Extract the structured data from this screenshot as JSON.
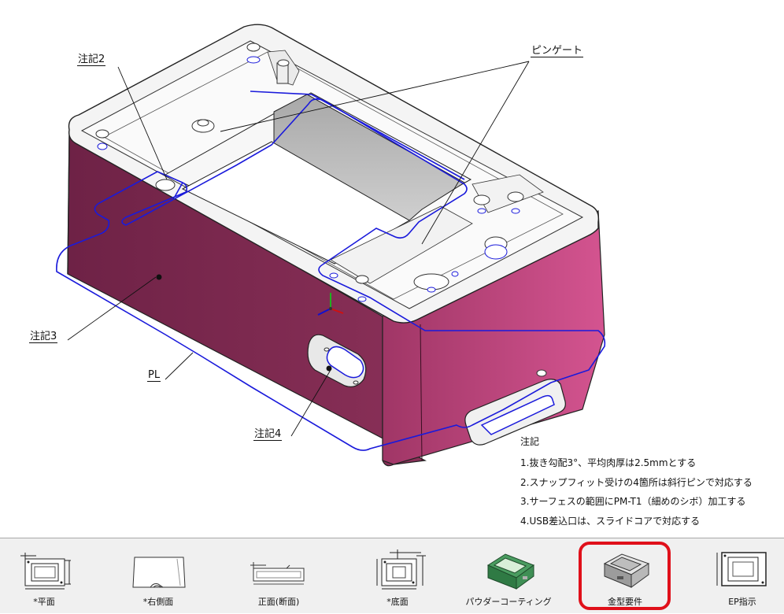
{
  "callouts": {
    "note2": "注記2",
    "pin_gate": "ピンゲート",
    "note3": "注記3",
    "pl": "PL",
    "note4": "注記4"
  },
  "notes": {
    "title": "注記",
    "lines": [
      "1.抜き勾配3°、平均肉厚は2.5mmとする",
      "2.スナップフィット受けの4箇所は斜行ピンで対応する",
      "3.サーフェスの範囲にPM-T1（細めのシボ）加工する",
      "4.USB差込口は、スライドコアで対応する"
    ]
  },
  "tabs": [
    {
      "label": "*平面"
    },
    {
      "label": "*右側面"
    },
    {
      "label": "正面(断面)"
    },
    {
      "label": "*底面"
    },
    {
      "label": "パウダーコーティング"
    },
    {
      "label": "金型要件"
    },
    {
      "label": "EP指示"
    }
  ],
  "active_tab": "金型要件",
  "colors": {
    "wall_magenta": "#8a2f58",
    "wall_light": "#c44a80",
    "parting_line": "#1a1adb",
    "highlight": "#e0101a",
    "tabbar_bg": "#f0f0f0"
  }
}
